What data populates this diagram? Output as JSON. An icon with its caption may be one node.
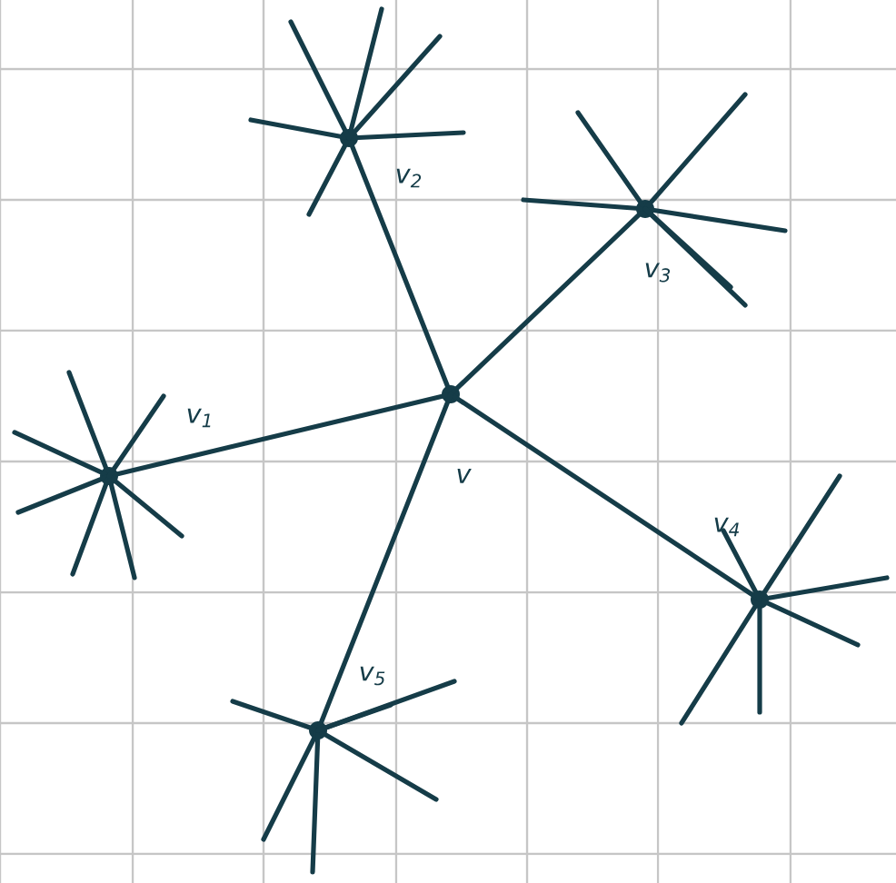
{
  "diagram": {
    "nodes": [
      {
        "text": [],
        "shape": "circle",
        "beside": [
          "v"
        ]
      },
      {
        "text": [],
        "shape": "circle",
        "beside": [
          "v$_{1}$"
        ]
      },
      {
        "text": [],
        "shape": "circle",
        "beside": [
          "v$_{2}$"
        ]
      },
      {
        "text": [],
        "shape": "circle",
        "beside": [
          "v$_{3}$"
        ]
      },
      {
        "text": [],
        "shape": "circle",
        "beside": [
          "v$_{4}$"
        ]
      },
      {
        "text": [],
        "shape": "circle",
        "beside": [
          "v$_{5}$"
        ]
      }
    ],
    "edges": [
      {
        "from": 0,
        "to": 1,
        "arrow": "none"
      },
      {
        "from": 0,
        "to": 2,
        "arrow": "none"
      },
      {
        "from": 0,
        "to": 3,
        "arrow": "none"
      },
      {
        "from": 0,
        "to": 4,
        "arrow": "none"
      },
      {
        "from": 0,
        "to": 5,
        "arrow": "none"
      },
      {
        "from": 1,
        "to": null,
        "arrow": "none"
      },
      {
        "from": 1,
        "to": null,
        "arrow": "none"
      },
      {
        "from": 1,
        "to": null,
        "arrow": "none"
      },
      {
        "from": 1,
        "to": null,
        "arrow": "none"
      },
      {
        "from": 1,
        "to": null,
        "arrow": "none"
      },
      {
        "from": 1,
        "to": null,
        "arrow": "none"
      },
      {
        "from": 1,
        "to": null,
        "arrow": "none"
      },
      {
        "from": 2,
        "to": null,
        "arrow": "none"
      },
      {
        "from": 2,
        "to": null,
        "arrow": "none"
      },
      {
        "from": 2,
        "to": null,
        "arrow": "none"
      },
      {
        "from": 2,
        "to": null,
        "arrow": "none"
      },
      {
        "from": 2,
        "to": null,
        "arrow": "none"
      },
      {
        "from": 2,
        "to": null,
        "arrow": "none"
      },
      {
        "from": 3,
        "to": null,
        "arrow": "none"
      },
      {
        "from": 3,
        "to": null,
        "arrow": "none"
      },
      {
        "from": 3,
        "to": null,
        "arrow": "none"
      },
      {
        "from": 3,
        "to": null,
        "arrow": "none"
      },
      {
        "from": 3,
        "to": null,
        "arrow": "none"
      },
      {
        "from": 3,
        "to": null,
        "arrow": "none"
      },
      {
        "from": 4,
        "to": null,
        "arrow": "none"
      },
      {
        "from": 4,
        "to": null,
        "arrow": "none"
      },
      {
        "from": 4,
        "to": null,
        "arrow": "none"
      },
      {
        "from": 4,
        "to": null,
        "arrow": "none"
      },
      {
        "from": 4,
        "to": null,
        "arrow": "none"
      },
      {
        "from": 4,
        "to": null,
        "arrow": "none"
      },
      {
        "from": 5,
        "to": null,
        "arrow": "none"
      },
      {
        "from": 5,
        "to": null,
        "arrow": "none"
      },
      {
        "from": 5,
        "to": null,
        "arrow": "none"
      },
      {
        "from": 5,
        "to": null,
        "arrow": "none"
      },
      {
        "from": 5,
        "to": null,
        "arrow": "none"
      },
      {
        "from": 5,
        "to": null,
        "arrow": "none"
      }
    ]
  }
}
